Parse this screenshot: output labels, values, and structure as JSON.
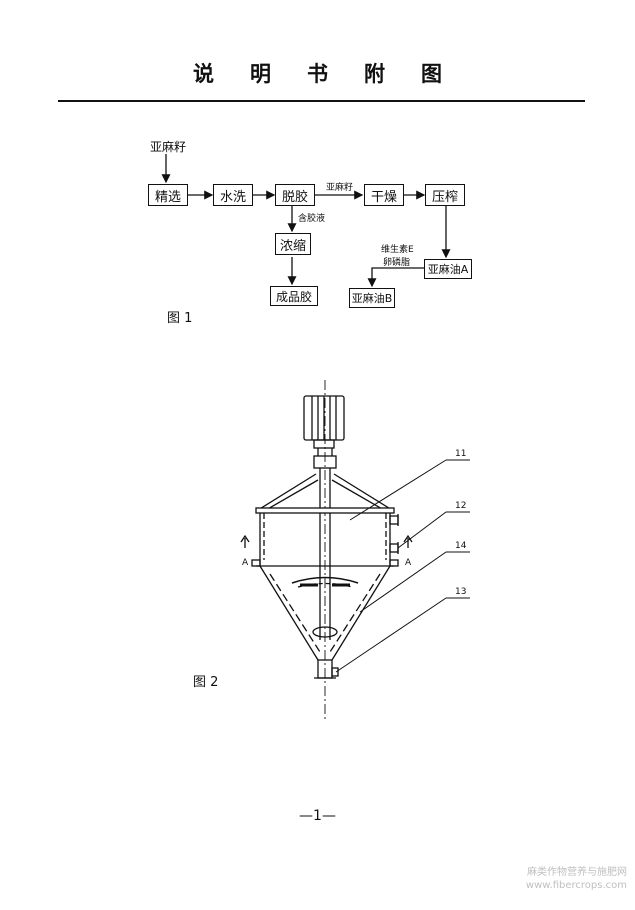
{
  "header": {
    "title": "说明书附图"
  },
  "figure1": {
    "label": "图  1",
    "input": "亚麻籽",
    "steps": [
      "精选",
      "水洗",
      "脱胶",
      "干燥",
      "压榨"
    ],
    "arrow_label_degum_dry": "亚麻籽",
    "side_label_degum": "含胶液",
    "concentrate": "浓缩",
    "product_gum": "成品胶",
    "oil_a": "亚麻油A",
    "additive_1": "维生素E",
    "additive_2": "卵磷脂",
    "oil_b": "亚麻油B"
  },
  "figure2": {
    "label": "图  2",
    "section_left": "A",
    "section_right": "A",
    "part_labels": [
      "11",
      "12",
      "14",
      "13"
    ]
  },
  "footer": {
    "page_number": "—1—"
  },
  "watermark": {
    "line1": "麻类作物营养与施肥网",
    "line2": "www.fibercrops.com"
  }
}
